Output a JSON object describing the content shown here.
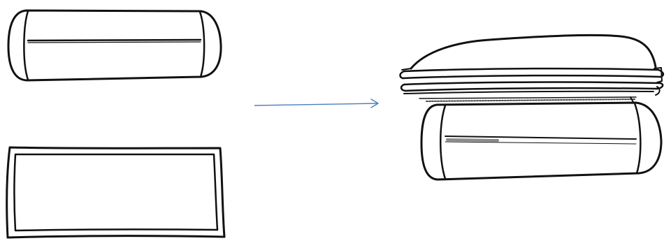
{
  "diagram": {
    "items": [
      {
        "id": "bolster-cushion",
        "shape": "rounded cylinder cushion with seam line"
      },
      {
        "id": "rectangular-pad",
        "shape": "flat rectangular pad with inner border"
      },
      {
        "id": "assembled-cushion",
        "shape": "pad placed on top of cylinder cushion"
      }
    ],
    "arrow": {
      "direction": "right",
      "color": "#4a7ebb"
    },
    "colors": {
      "line": "#111111",
      "shadow": "#8a8a8a",
      "background": "#ffffff"
    }
  }
}
